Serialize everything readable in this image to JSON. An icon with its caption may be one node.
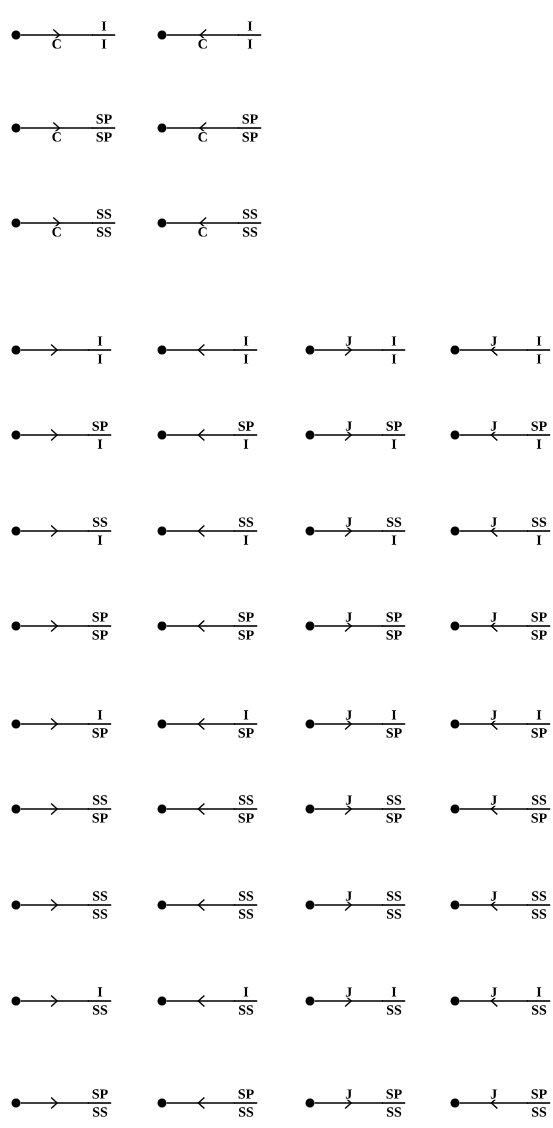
{
  "diagram": {
    "nodes": [
      {
        "text": [],
        "shape": "circle"
      },
      {
        "text": [
          "I",
          "I"
        ]
      },
      {
        "text": [],
        "shape": "circle"
      },
      {
        "text": [
          "I",
          "I"
        ]
      },
      {
        "text": [],
        "shape": "circle"
      },
      {
        "text": [
          "SP",
          "SP"
        ]
      },
      {
        "text": [],
        "shape": "circle"
      },
      {
        "text": [
          "SP",
          "SP"
        ]
      },
      {
        "text": [],
        "shape": "circle"
      },
      {
        "text": [
          "SS",
          "SS"
        ]
      },
      {
        "text": [],
        "shape": "circle"
      },
      {
        "text": [
          "SS",
          "SS"
        ]
      },
      {
        "text": [],
        "shape": "circle"
      },
      {
        "text": [
          "I",
          "I"
        ]
      },
      {
        "text": [],
        "shape": "circle"
      },
      {
        "text": [
          "I",
          "I"
        ]
      },
      {
        "text": [],
        "shape": "circle"
      },
      {
        "text": [
          "I",
          "I"
        ]
      },
      {
        "text": [],
        "shape": "circle"
      },
      {
        "text": [
          "I",
          "I"
        ]
      },
      {
        "text": [],
        "shape": "circle"
      },
      {
        "text": [
          "SP",
          "I"
        ]
      },
      {
        "text": [],
        "shape": "circle"
      },
      {
        "text": [
          "SP",
          "I"
        ]
      },
      {
        "text": [],
        "shape": "circle"
      },
      {
        "text": [
          "SP",
          "I"
        ]
      },
      {
        "text": [],
        "shape": "circle"
      },
      {
        "text": [
          "SP",
          "I"
        ]
      },
      {
        "text": [],
        "shape": "circle"
      },
      {
        "text": [
          "SS",
          "I"
        ]
      },
      {
        "text": [],
        "shape": "circle"
      },
      {
        "text": [
          "SS",
          "I"
        ]
      },
      {
        "text": [],
        "shape": "circle"
      },
      {
        "text": [
          "SS",
          "I"
        ]
      },
      {
        "text": [],
        "shape": "circle"
      },
      {
        "text": [
          "SS",
          "I"
        ]
      },
      {
        "text": [],
        "shape": "circle"
      },
      {
        "text": [
          "SP",
          "SP"
        ]
      },
      {
        "text": [],
        "shape": "circle"
      },
      {
        "text": [
          "SP",
          "SP"
        ]
      },
      {
        "text": [],
        "shape": "circle"
      },
      {
        "text": [
          "SP",
          "SP"
        ]
      },
      {
        "text": [],
        "shape": "circle"
      },
      {
        "text": [
          "SP",
          "SP"
        ]
      },
      {
        "text": [],
        "shape": "circle"
      },
      {
        "text": [
          "I",
          "SP"
        ]
      },
      {
        "text": [],
        "shape": "circle"
      },
      {
        "text": [
          "I",
          "SP"
        ]
      },
      {
        "text": [],
        "shape": "circle"
      },
      {
        "text": [
          "I",
          "SP"
        ]
      },
      {
        "text": [],
        "shape": "circle"
      },
      {
        "text": [
          "I",
          "SP"
        ]
      },
      {
        "text": [],
        "shape": "circle"
      },
      {
        "text": [
          "SS",
          "SP"
        ]
      },
      {
        "text": [],
        "shape": "circle"
      },
      {
        "text": [
          "SS",
          "SP"
        ]
      },
      {
        "text": [],
        "shape": "circle"
      },
      {
        "text": [
          "SS",
          "SP"
        ]
      },
      {
        "text": [],
        "shape": "circle"
      },
      {
        "text": [
          "SS",
          "SP"
        ]
      },
      {
        "text": [],
        "shape": "circle"
      },
      {
        "text": [
          "SS",
          "SS"
        ]
      },
      {
        "text": [],
        "shape": "circle"
      },
      {
        "text": [
          "SS",
          "SS"
        ]
      },
      {
        "text": [],
        "shape": "circle"
      },
      {
        "text": [
          "SS",
          "SS"
        ]
      },
      {
        "text": [],
        "shape": "circle"
      },
      {
        "text": [
          "SS",
          "SS"
        ]
      },
      {
        "text": [],
        "shape": "circle"
      },
      {
        "text": [
          "I",
          "SS"
        ]
      },
      {
        "text": [],
        "shape": "circle"
      },
      {
        "text": [
          "I",
          "SS"
        ]
      },
      {
        "text": [],
        "shape": "circle"
      },
      {
        "text": [
          "I",
          "SS"
        ]
      },
      {
        "text": [],
        "shape": "circle"
      },
      {
        "text": [
          "I",
          "SS"
        ]
      },
      {
        "text": [],
        "shape": "circle"
      },
      {
        "text": [
          "SP",
          "SS"
        ]
      },
      {
        "text": [],
        "shape": "circle"
      },
      {
        "text": [
          "SP",
          "SS"
        ]
      },
      {
        "text": [],
        "shape": "circle"
      },
      {
        "text": [
          "SP",
          "SS"
        ]
      },
      {
        "text": [],
        "shape": "circle"
      },
      {
        "text": [
          "SP",
          "SS"
        ]
      }
    ],
    "edges": [
      {
        "from": 0,
        "to": 1,
        "arrow": "to",
        "label": "C"
      },
      {
        "from": 3,
        "to": 2,
        "arrow": "to",
        "label": "C"
      },
      {
        "from": 4,
        "to": 5,
        "arrow": "to",
        "label": "C"
      },
      {
        "from": 7,
        "to": 6,
        "arrow": "to",
        "label": "C"
      },
      {
        "from": 8,
        "to": 9,
        "arrow": "to",
        "label": "C"
      },
      {
        "from": 11,
        "to": 10,
        "arrow": "to",
        "label": "C"
      },
      {
        "from": 12,
        "to": 13,
        "arrow": "to"
      },
      {
        "from": 15,
        "to": 14,
        "arrow": "to"
      },
      {
        "from": 16,
        "to": 17,
        "arrow": "to",
        "label": "J"
      },
      {
        "from": 19,
        "to": 18,
        "arrow": "to",
        "label": "J"
      },
      {
        "from": 20,
        "to": 21,
        "arrow": "to"
      },
      {
        "from": 23,
        "to": 22,
        "arrow": "to"
      },
      {
        "from": 24,
        "to": 25,
        "arrow": "to",
        "label": "J"
      },
      {
        "from": 27,
        "to": 26,
        "arrow": "to",
        "label": "J"
      },
      {
        "from": 28,
        "to": 29,
        "arrow": "to"
      },
      {
        "from": 31,
        "to": 30,
        "arrow": "to"
      },
      {
        "from": 32,
        "to": 33,
        "arrow": "to",
        "label": "J"
      },
      {
        "from": 35,
        "to": 34,
        "arrow": "to",
        "label": "J"
      },
      {
        "from": 36,
        "to": 37,
        "arrow": "to"
      },
      {
        "from": 39,
        "to": 38,
        "arrow": "to"
      },
      {
        "from": 40,
        "to": 41,
        "arrow": "to",
        "label": "J"
      },
      {
        "from": 43,
        "to": 42,
        "arrow": "to",
        "label": "J"
      },
      {
        "from": 44,
        "to": 45,
        "arrow": "to"
      },
      {
        "from": 47,
        "to": 46,
        "arrow": "to"
      },
      {
        "from": 48,
        "to": 49,
        "arrow": "to",
        "label": "J"
      },
      {
        "from": 51,
        "to": 50,
        "arrow": "to",
        "label": "J"
      },
      {
        "from": 52,
        "to": 53,
        "arrow": "to"
      },
      {
        "from": 55,
        "to": 54,
        "arrow": "to"
      },
      {
        "from": 56,
        "to": 57,
        "arrow": "to",
        "label": "J"
      },
      {
        "from": 59,
        "to": 58,
        "arrow": "to",
        "label": "J"
      },
      {
        "from": 60,
        "to": 61,
        "arrow": "to"
      },
      {
        "from": 63,
        "to": 62,
        "arrow": "to"
      },
      {
        "from": 64,
        "to": 65,
        "arrow": "to",
        "label": "J"
      },
      {
        "from": 67,
        "to": 66,
        "arrow": "to",
        "label": "J"
      },
      {
        "from": 68,
        "to": 69,
        "arrow": "to"
      },
      {
        "from": 71,
        "to": 70,
        "arrow": "to"
      },
      {
        "from": 72,
        "to": 73,
        "arrow": "to",
        "label": "J"
      },
      {
        "from": 75,
        "to": 74,
        "arrow": "to",
        "label": "J"
      },
      {
        "from": 76,
        "to": 77,
        "arrow": "to"
      },
      {
        "from": 79,
        "to": 78,
        "arrow": "to"
      },
      {
        "from": 80,
        "to": 81,
        "arrow": "to",
        "label": "J"
      },
      {
        "from": 83,
        "to": 82,
        "arrow": "to",
        "label": "J"
      }
    ]
  }
}
